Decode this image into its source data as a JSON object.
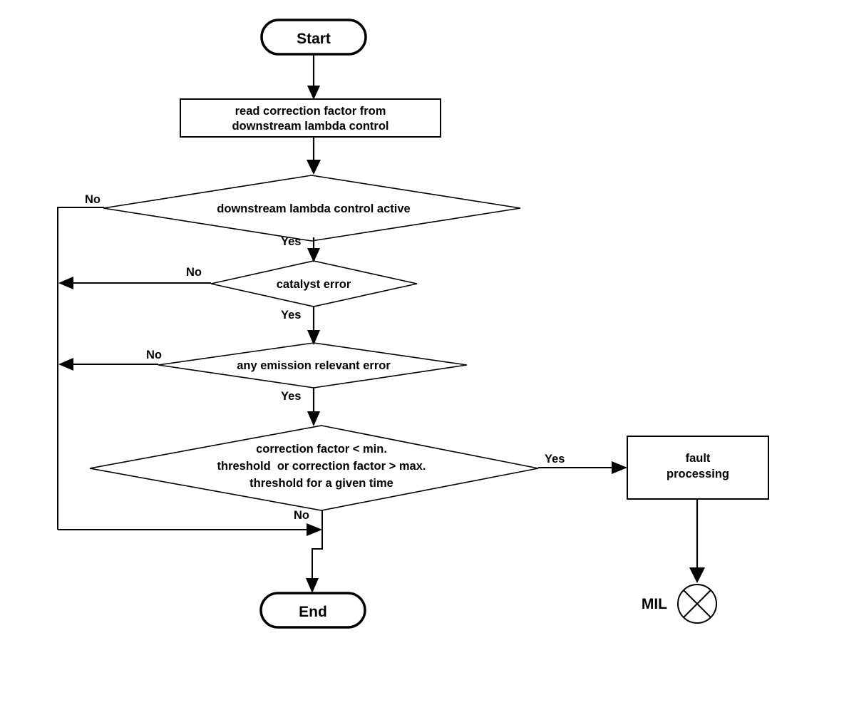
{
  "diagram": {
    "title": "downstream lambda control monitoring flowchart",
    "line_color": "#000000",
    "fill_color": "#ffffff",
    "nodes": {
      "start": {
        "label": "Start",
        "type": "terminator"
      },
      "read_box": {
        "line1": "read correction factor from",
        "line2": "downstream lambda control",
        "type": "process"
      },
      "decision_active": {
        "label": "downstream lambda control active",
        "type": "decision"
      },
      "decision_catalyst": {
        "label": "catalyst error",
        "type": "decision"
      },
      "decision_emission": {
        "label": "any emission relevant error",
        "type": "decision"
      },
      "decision_threshold": {
        "line1": "correction factor < min.",
        "line2": "threshold  or correction factor > max.",
        "line3": "threshold for a given time",
        "type": "decision"
      },
      "fault_box": {
        "line1": "fault",
        "line2": "processing",
        "type": "process"
      },
      "end": {
        "label": "End",
        "type": "terminator"
      },
      "mil": {
        "label": "MIL",
        "type": "indicator-lamp"
      }
    },
    "branch_labels": {
      "active_no": "No",
      "active_yes": "Yes",
      "catalyst_no": "No",
      "catalyst_yes": "Yes",
      "emission_no": "No",
      "emission_yes": "Yes",
      "threshold_yes": "Yes",
      "threshold_no": "No"
    }
  }
}
